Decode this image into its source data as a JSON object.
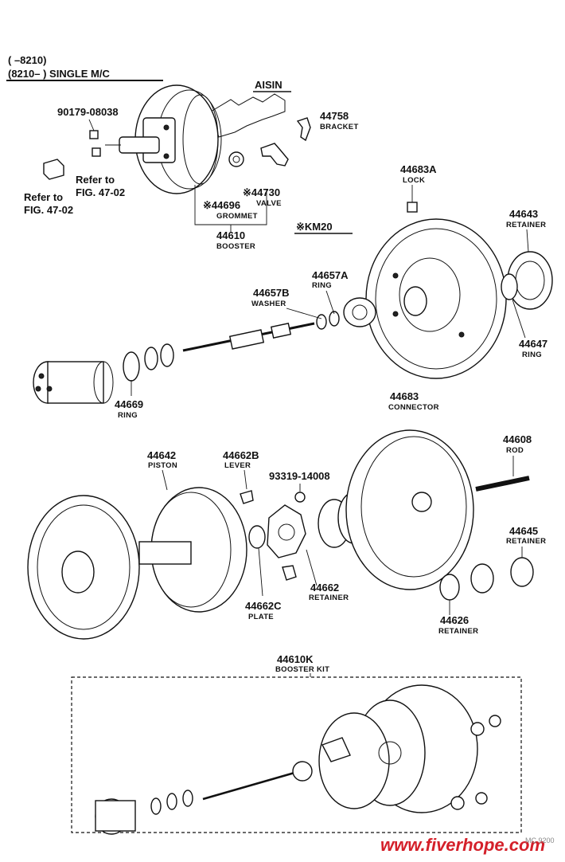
{
  "header": {
    "line1": "(      –8210)",
    "line2": "(8210–        ) SINGLE M/C",
    "aisin": "AISIN",
    "km20": "※KM20"
  },
  "refs": {
    "refer_a": "Refer to",
    "refer_a_fig": "FIG. 47-02",
    "refer_b": "Refer to",
    "refer_b_fig": "FIG. 47-02"
  },
  "parts": [
    {
      "id": "p90179",
      "number": "90179-08038",
      "name": ""
    },
    {
      "id": "p44758",
      "number": "44758",
      "name": "BRACKET"
    },
    {
      "id": "p44696",
      "number": "※44696",
      "name": "GROMMET"
    },
    {
      "id": "p44730",
      "number": "※44730",
      "name": "VALVE"
    },
    {
      "id": "p44610",
      "number": "44610",
      "name": "BOOSTER"
    },
    {
      "id": "p44683A",
      "number": "44683A",
      "name": "LOCK"
    },
    {
      "id": "p44643",
      "number": "44643",
      "name": "RETAINER"
    },
    {
      "id": "p44657A",
      "number": "44657A",
      "name": "RING"
    },
    {
      "id": "p44657B",
      "number": "44657B",
      "name": "WASHER"
    },
    {
      "id": "p44647",
      "number": "44647",
      "name": "RING"
    },
    {
      "id": "p44669",
      "number": "44669",
      "name": "RING"
    },
    {
      "id": "p44683",
      "number": "44683",
      "name": "CONNECTOR"
    },
    {
      "id": "p44642",
      "number": "44642",
      "name": "PISTON"
    },
    {
      "id": "p44662B",
      "number": "44662B",
      "name": "LEVER"
    },
    {
      "id": "p93319",
      "number": "93319-14008",
      "name": ""
    },
    {
      "id": "p44608",
      "number": "44608",
      "name": "ROD"
    },
    {
      "id": "p44645",
      "number": "44645",
      "name": "RETAINER"
    },
    {
      "id": "p44662",
      "number": "44662",
      "name": "RETAINER"
    },
    {
      "id": "p44662C",
      "number": "44662C",
      "name": "PLATE"
    },
    {
      "id": "p44626",
      "number": "44626",
      "name": "RETAINER"
    },
    {
      "id": "p44610K",
      "number": "44610K",
      "name": "BOOSTER KIT"
    }
  ],
  "watermark": "www.fiverhope.com",
  "corner_code": "MC 9200"
}
